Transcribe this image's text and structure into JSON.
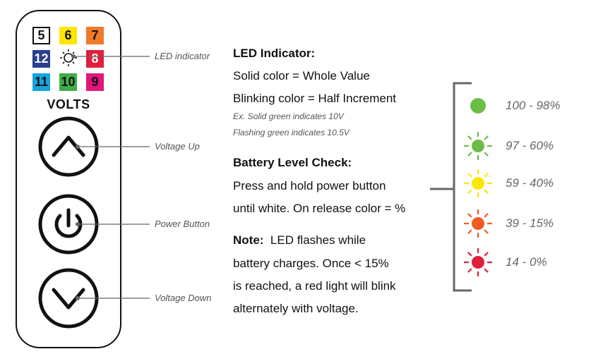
{
  "remote": {
    "leds": [
      {
        "label": "5",
        "fill": "#ffffff",
        "border": "#111111",
        "text": "#111111"
      },
      {
        "label": "6",
        "fill": "#ffe600",
        "border": "#ffe600",
        "text": "#111111"
      },
      {
        "label": "7",
        "fill": "#f07a2a",
        "border": "#f07a2a",
        "text": "#111111"
      },
      {
        "label": "12",
        "fill": "#2a3f8f",
        "border": "#2a3f8f",
        "text": "#ffffff"
      },
      {
        "label": "8",
        "fill": "#e01f3d",
        "border": "#e01f3d",
        "text": "#ffffff"
      },
      {
        "label": "11",
        "fill": "#16a4dc",
        "border": "#16a4dc",
        "text": "#111111"
      },
      {
        "label": "10",
        "fill": "#3fae49",
        "border": "#3fae49",
        "text": "#111111"
      },
      {
        "label": "9",
        "fill": "#e0167a",
        "border": "#e0167a",
        "text": "#111111"
      }
    ],
    "volts_label": "VOLTS",
    "center_icon": "sun-icon",
    "buttons": [
      "chevron-up-icon",
      "power-icon",
      "chevron-down-icon"
    ]
  },
  "callouts": {
    "led_indicator": "LED indicator",
    "voltage_up": "Voltage Up",
    "power_button": "Power Button",
    "voltage_down": "Voltage Down"
  },
  "info": {
    "led_heading": "LED Indicator:",
    "solid": "Solid color = Whole Value",
    "blinking": "Blinking color = Half Increment",
    "ex_solid": "Ex. Solid green indicates 10V",
    "ex_flash": "Flashing green indicates 10.5V",
    "battery_heading": "Battery Level Check:",
    "battery_line1": "Press and hold power button",
    "battery_line2": "until white. On release color = %",
    "note_heading": "Note:",
    "note_line1": "LED flashes while",
    "note_line2": "battery charges. Once < 15%",
    "note_line3": "is reached, a red light will blink",
    "note_line4": "alternately with voltage."
  },
  "levels": [
    {
      "range": "100 - 98%",
      "color": "#6cbd45",
      "blinking": false
    },
    {
      "range": "97 - 60%",
      "color": "#6cbd45",
      "blinking": true
    },
    {
      "range": "59 - 40%",
      "color": "#ffe600",
      "blinking": true
    },
    {
      "range": "39 - 15%",
      "color": "#f15a24",
      "blinking": true
    },
    {
      "range": "14 - 0%",
      "color": "#e01f3d",
      "blinking": true
    }
  ]
}
